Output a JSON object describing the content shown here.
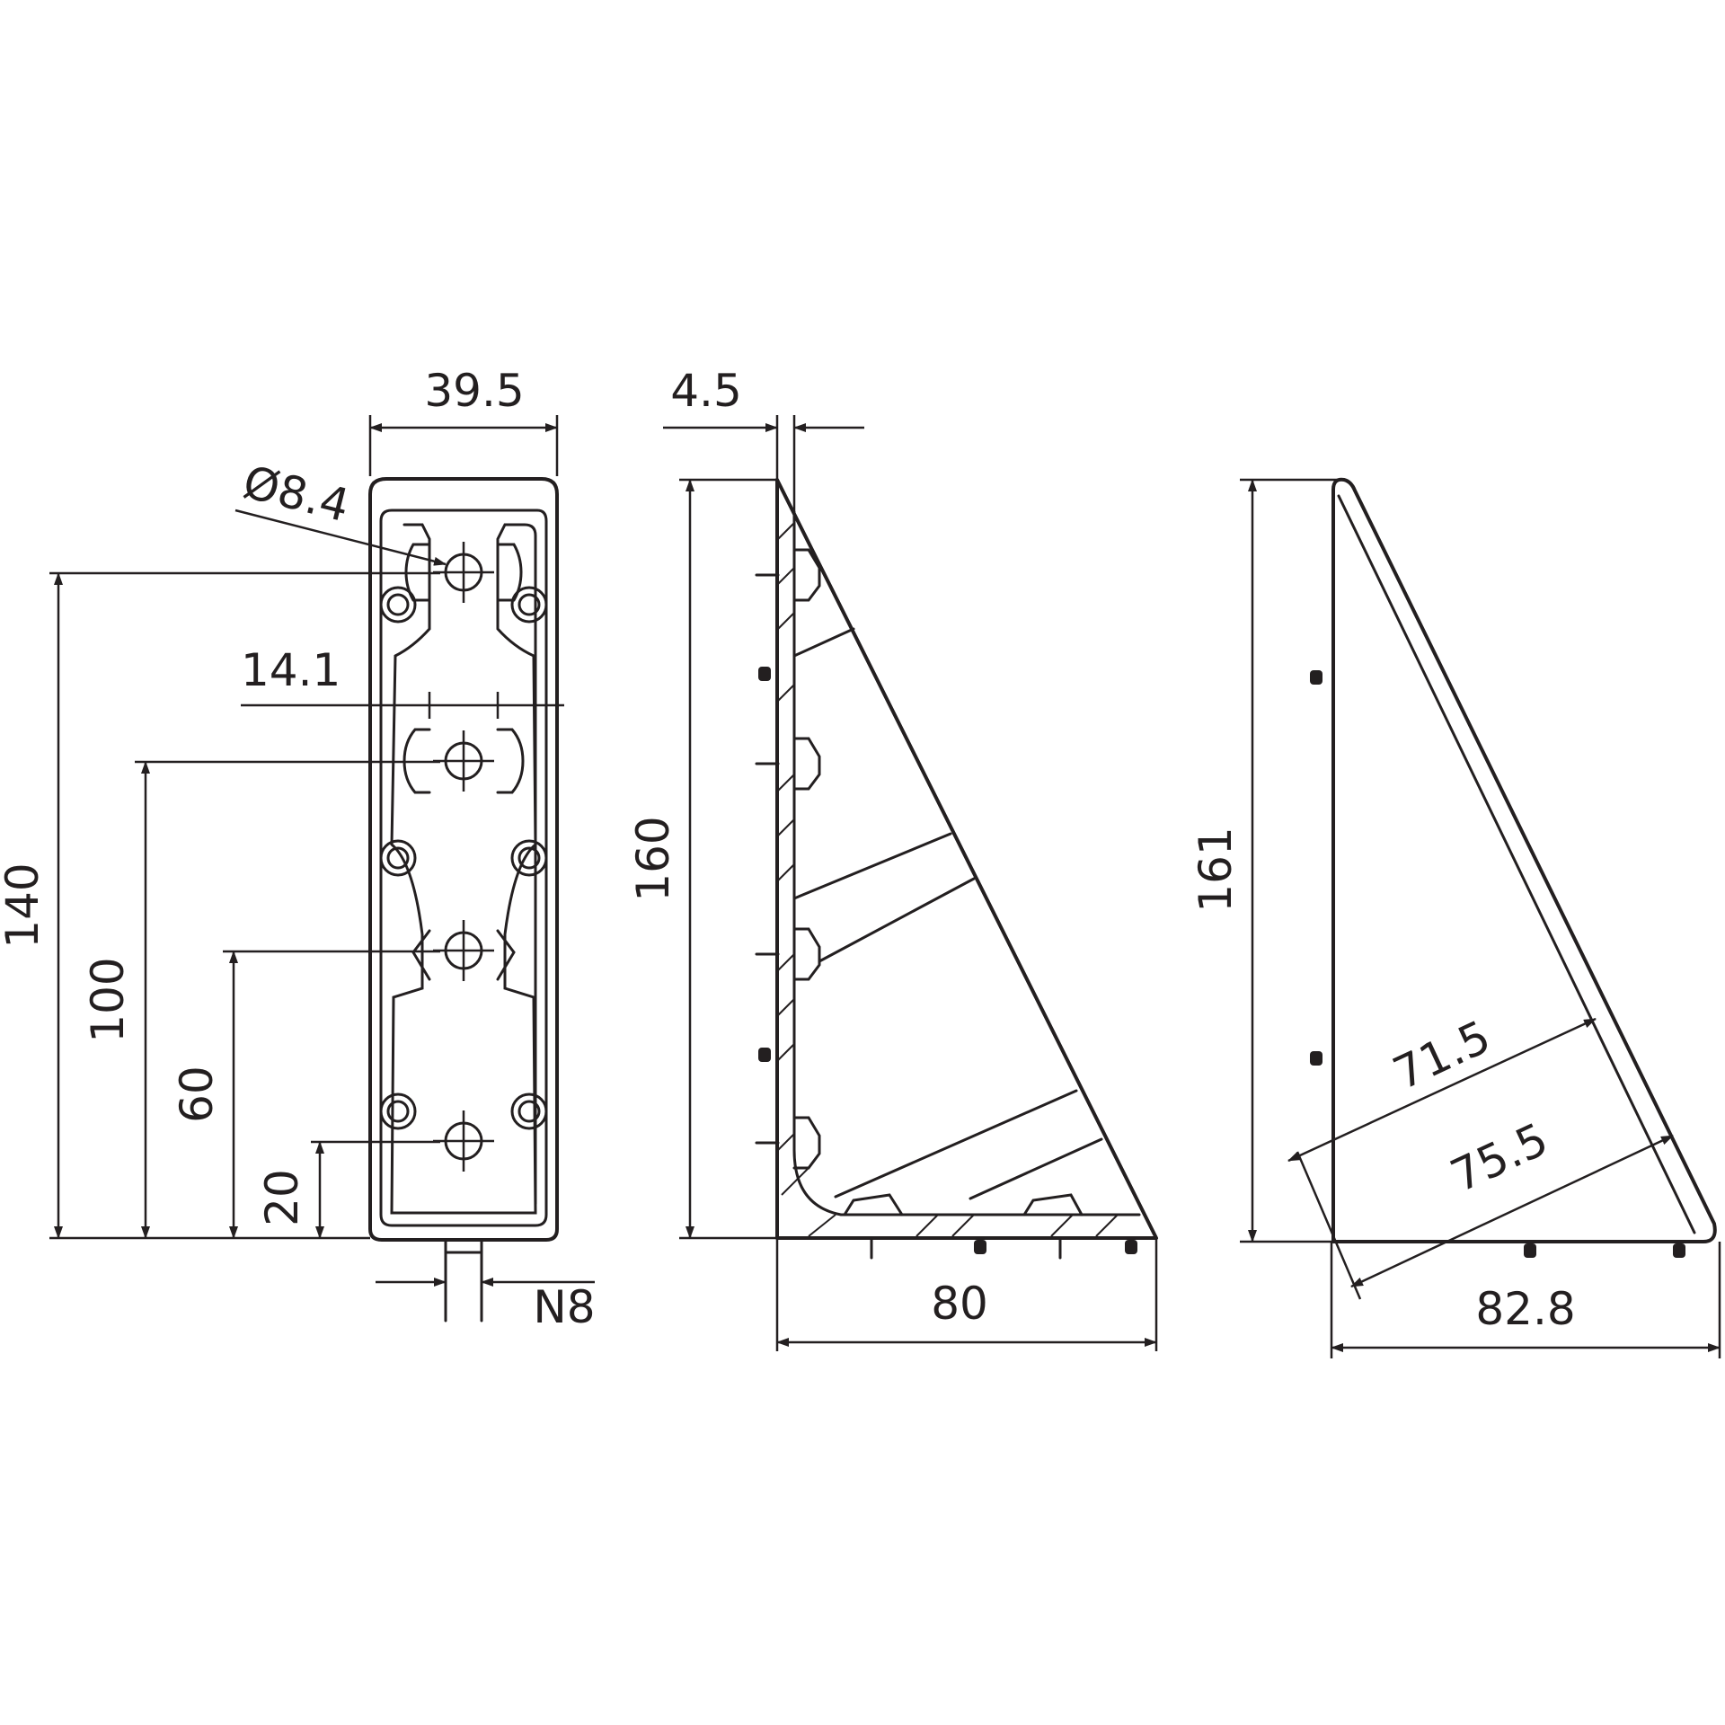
{
  "dimensions": {
    "front_view": {
      "width": "39.5",
      "hole_diameter": "Ø8.4",
      "slot_width": "14.1",
      "overall_height": "140",
      "hole_3_height": "100",
      "hole_2_height": "60",
      "hole_1_height": "20",
      "slot_nut": "N8"
    },
    "section_view": {
      "wall_thickness": "4.5",
      "height": "160",
      "depth": "80"
    },
    "side_view": {
      "height": "161",
      "hypotenuse_inner": "71.5",
      "hypotenuse_outer": "75.5",
      "depth": "82.8"
    }
  },
  "colors": {
    "line": "#231f20",
    "background": "#ffffff"
  }
}
